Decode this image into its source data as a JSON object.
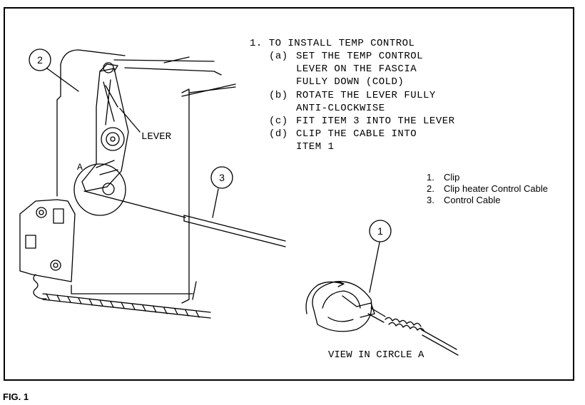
{
  "instructions": {
    "heading": "1. TO INSTALL TEMP CONTROL",
    "steps": [
      {
        "label": "(a)",
        "lines": [
          "SET THE TEMP CONTROL",
          "LEVER ON THE FASCIA",
          "FULLY DOWN (COLD)"
        ]
      },
      {
        "label": "(b)",
        "lines": [
          "ROTATE THE LEVER FULLY",
          "ANTI-CLOCKWISE"
        ]
      },
      {
        "label": "(c)",
        "lines": [
          "FIT ITEM 3 INTO THE LEVER"
        ]
      },
      {
        "label": "(d)",
        "lines": [
          "CLIP THE CABLE INTO",
          "ITEM 1"
        ]
      }
    ]
  },
  "legend": [
    {
      "num": "1.",
      "text": "Clip"
    },
    {
      "num": "2.",
      "text": "Clip heater Control Cable"
    },
    {
      "num": "3.",
      "text": "Control Cable"
    }
  ],
  "callouts": {
    "item1": "1",
    "item2": "2",
    "item3": "3",
    "circle_a": "A"
  },
  "labels": {
    "lever": "LEVER",
    "view": "VIEW IN CIRCLE A"
  },
  "caption": "FIG. 1"
}
